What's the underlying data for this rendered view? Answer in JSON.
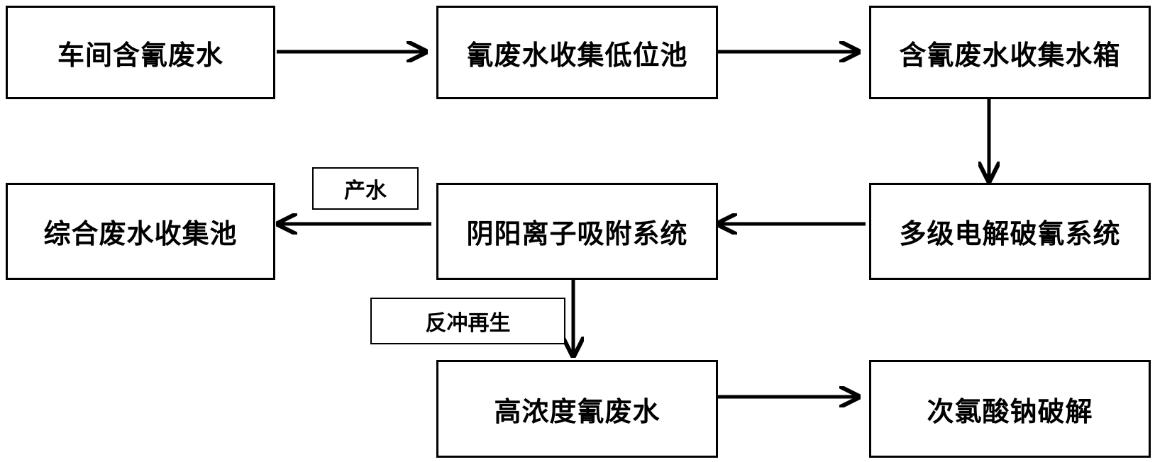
{
  "nodes": {
    "n1": "车间含氰废水",
    "n2": "氰废水收集低位池",
    "n3": "含氰废水收集水箱",
    "n4": "多级电解破氰系统",
    "n5": "阴阳离子吸附系统",
    "n6": "综合废水收集池",
    "n7": "高浓度氰废水",
    "n8": "次氯酸钠破解"
  },
  "edge_labels": {
    "product_water": "产水",
    "backwash_regen": "反冲再生"
  }
}
